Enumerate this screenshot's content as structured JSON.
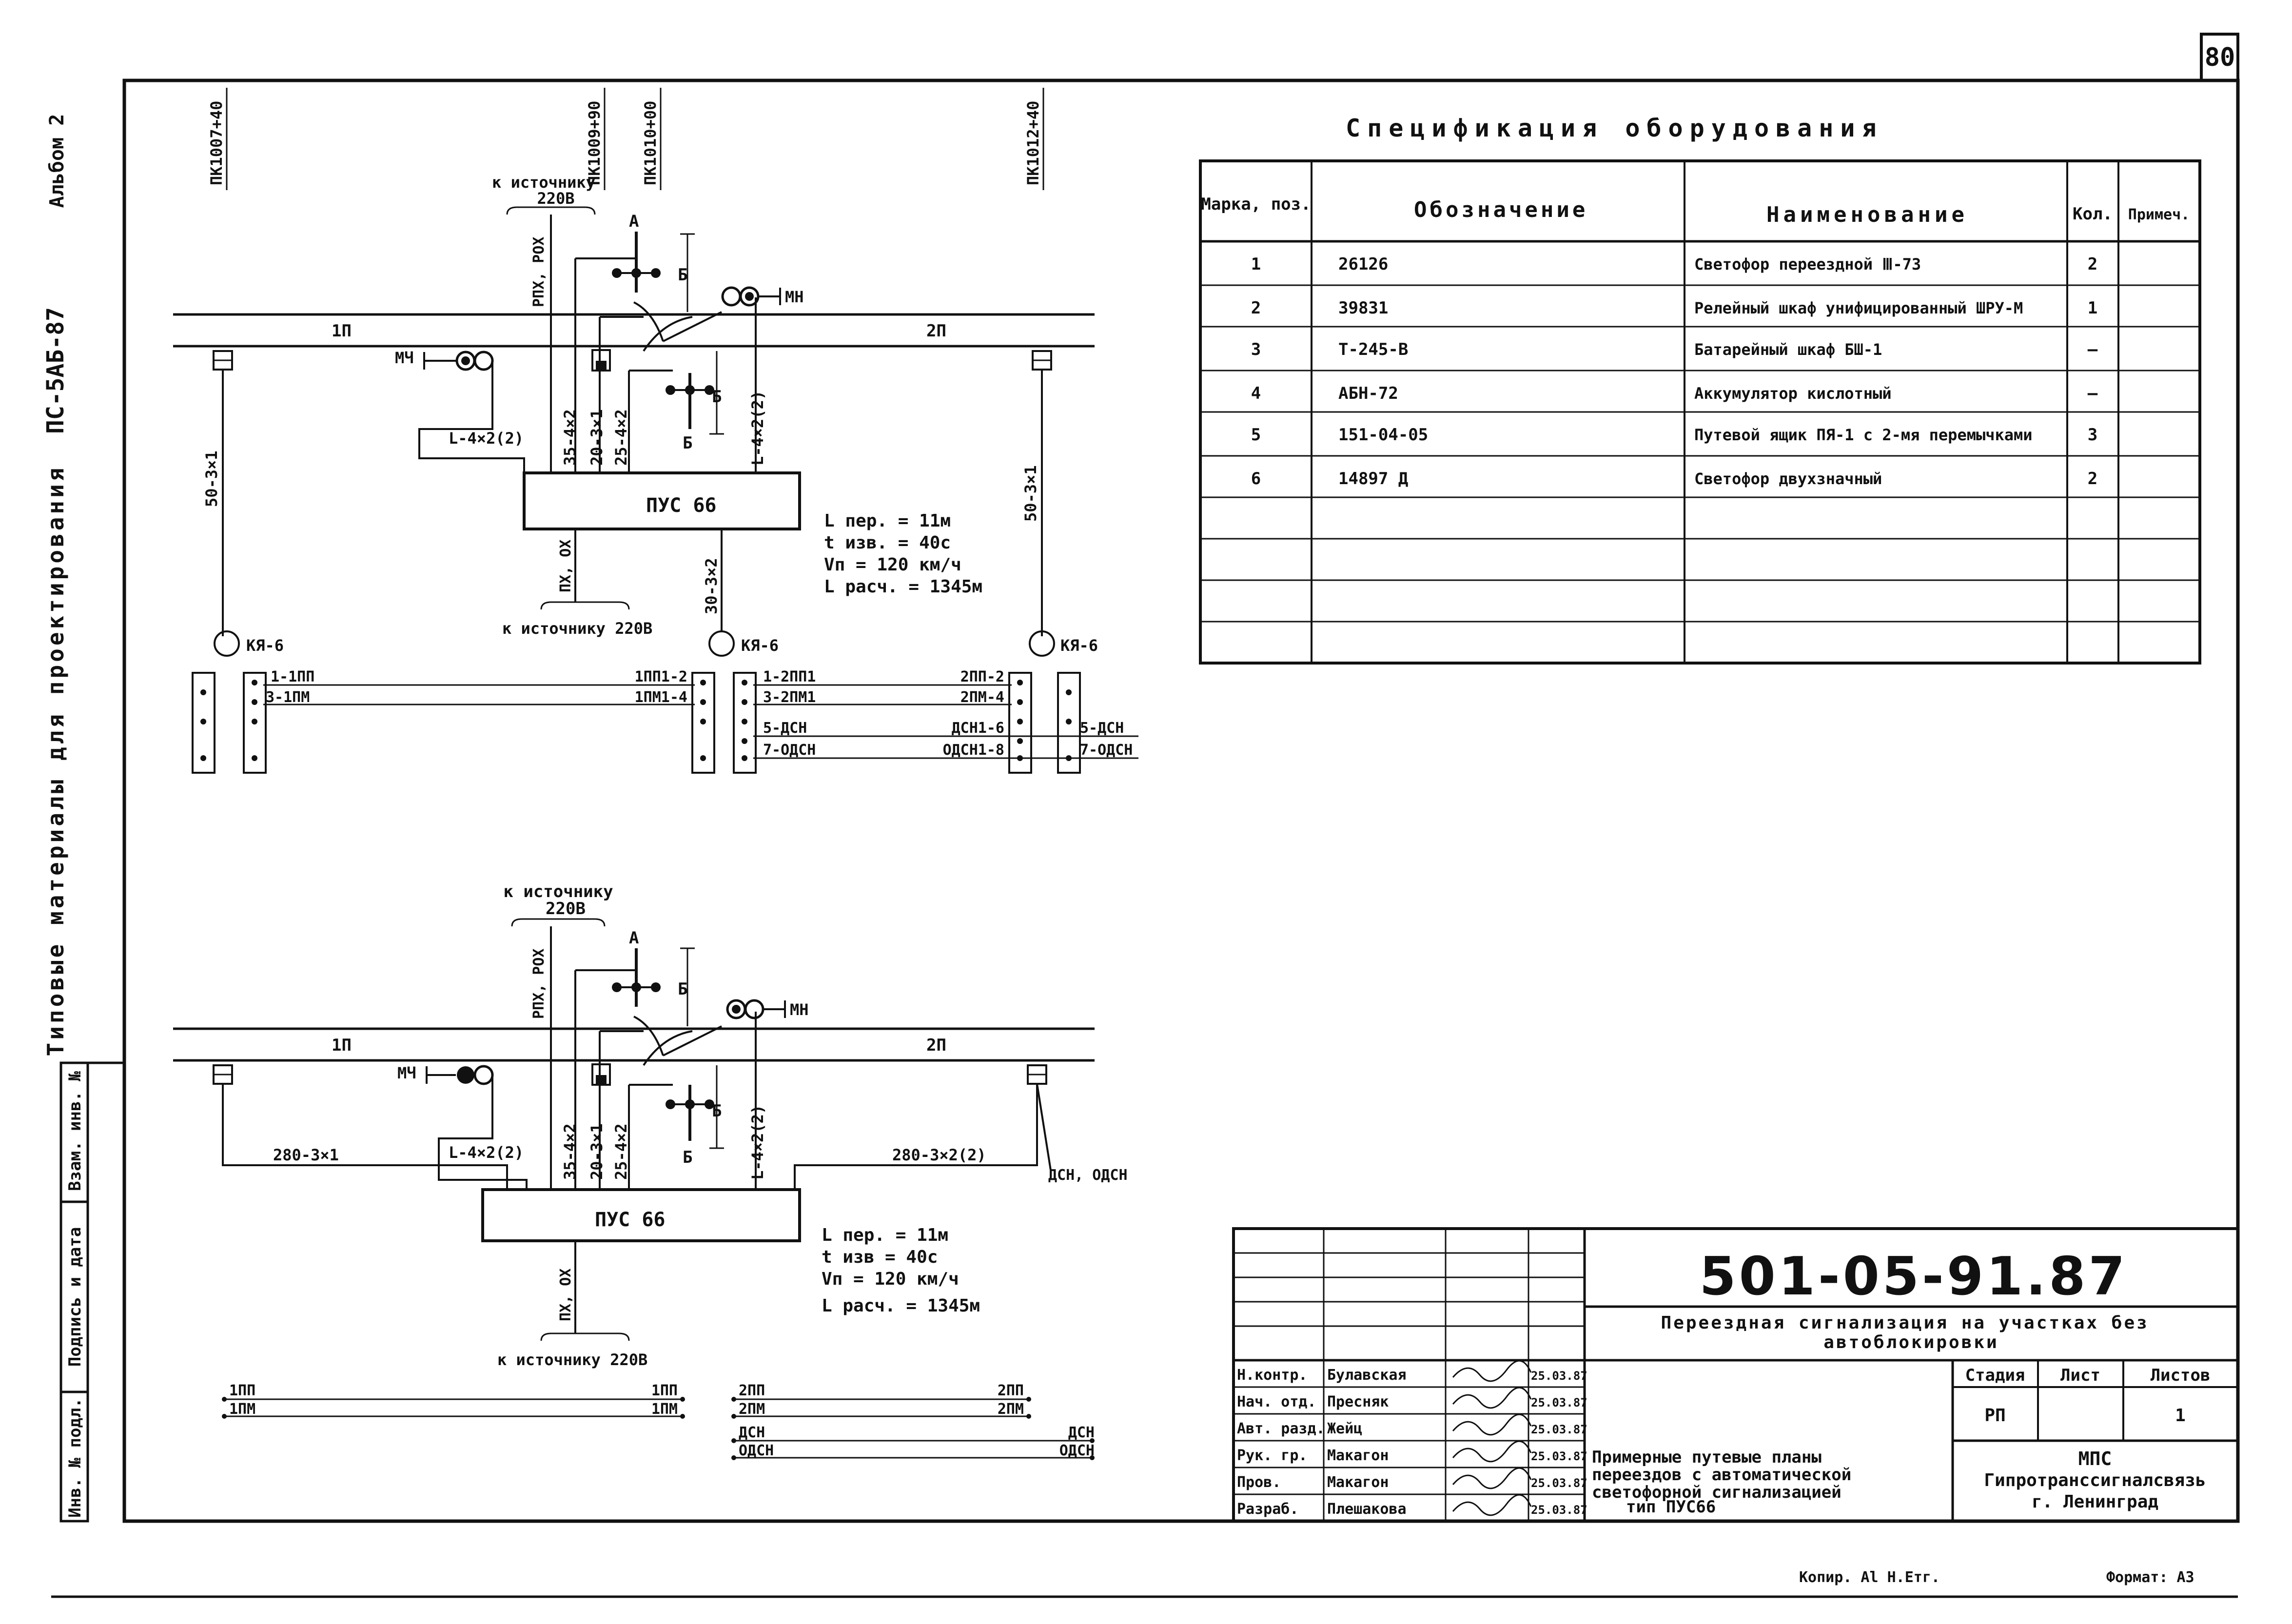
{
  "sheet": {
    "page_number": "80",
    "album": "Альбом 2",
    "series": "ПС-5АБ-87",
    "side_title": "Типовые материалы для проектирования",
    "copy_note": "Копир. Al Н.Етг.",
    "format": "Формат: А3",
    "side_stamp": [
      "Инв. № подл.",
      "Подпись и дата",
      "Взам. инв. №"
    ]
  },
  "spec": {
    "title": "Спецификация оборудования",
    "headers": {
      "mark": "Марка, поз.",
      "designation": "Обозначение",
      "name": "Наименование",
      "qty": "Кол.",
      "note": "Примеч."
    },
    "rows": [
      {
        "pos": "1",
        "designation": "26126",
        "name": "Светофор переездной Ⅲ-73",
        "qty": "2",
        "note": ""
      },
      {
        "pos": "2",
        "designation": "39831",
        "name": "Релейный шкаф унифицированный ШРУ-М",
        "qty": "1",
        "note": ""
      },
      {
        "pos": "3",
        "designation": "Т-245-В",
        "name": "Батарейный шкаф БШ-1",
        "qty": "–",
        "note": ""
      },
      {
        "pos": "4",
        "designation": "АБН-72",
        "name": "Аккумулятор кислотный",
        "qty": "–",
        "note": ""
      },
      {
        "pos": "5",
        "designation": "151-04-05",
        "name": "Путевой ящик ПЯ-1 с 2-мя перемычками",
        "qty": "3",
        "note": ""
      },
      {
        "pos": "6",
        "designation": "14897 Д",
        "name": "Светофор двухзначный",
        "qty": "2",
        "note": ""
      },
      {
        "pos": "",
        "designation": "",
        "name": "",
        "qty": "",
        "note": ""
      },
      {
        "pos": "",
        "designation": "",
        "name": "",
        "qty": "",
        "note": ""
      },
      {
        "pos": "",
        "designation": "",
        "name": "",
        "qty": "",
        "note": ""
      },
      {
        "pos": "",
        "designation": "",
        "name": "",
        "qty": "",
        "note": ""
      }
    ]
  },
  "diagram1": {
    "pickets": [
      "ПК1007+40",
      "ПК1009+90",
      "ПК1010+00",
      "ПК1012+40"
    ],
    "source_top": "к источнику",
    "source_top_v": "220В",
    "source_bottom": "к источнику 220В",
    "track_left": "1П",
    "track_right": "2П",
    "signal_left": "МЧ",
    "signal_right": "МН",
    "label_a": "А",
    "label_b": "Б",
    "cables": {
      "left_vertical": "50-3×1",
      "right_vertical": "50-3×1",
      "left_feed": "L-4×2(2)",
      "right_feed": "L-4×2(2)",
      "c35": "35-4×2",
      "c20": "20-3×1",
      "c25": "25-4×2",
      "c30": "30-3×2",
      "rpu": "РПХ, РОХ",
      "pu": "ПХ, ОХ"
    },
    "pus": "ПУС 66",
    "params": [
      "L пер. = 11м",
      "t изв. = 40с",
      "Vп = 120 км/ч",
      "L расч. = 1345м"
    ],
    "kya": [
      "КЯ-6",
      "КЯ-6",
      "КЯ-6"
    ],
    "terminals_left": [
      "1-1ПП",
      "3-1ПМ"
    ],
    "terminals_mid_left": [
      "1ПП1-2",
      "1ПМ1-4"
    ],
    "terminals_mid_right": [
      "1-2ПП1",
      "3-2ПМ1",
      "5-ДСН",
      "7-ОДСН"
    ],
    "terminals_right": [
      "2ПП-2",
      "2ПМ-4",
      "ДСН1-6",
      "ОДСН1-8"
    ],
    "terminals_far": [
      "5-ДСН",
      "7-ОДСН"
    ]
  },
  "diagram2": {
    "source_top": "к источнику",
    "source_top_v": "220В",
    "source_bottom": "к источнику 220В",
    "track_left": "1П",
    "track_right": "2П",
    "signal_left": "МЧ",
    "signal_right": "МН",
    "label_a": "А",
    "label_b": "Б",
    "cables": {
      "left_horizontal": "280-3×1",
      "right_horizontal": "280-3×2(2)",
      "left_feed": "L-4×2(2)",
      "right_feed": "L-4×2(2)",
      "c35": "35-4×2",
      "c20": "20-3×1",
      "c25": "25-4×2",
      "rpu": "РПХ, РОХ",
      "pu": "ПХ, ОХ",
      "dsn": "ДСН, ОДСН"
    },
    "pus": "ПУС 66",
    "params": [
      "L пер. = 11м",
      "t изв = 40с",
      "Vп = 120 км/ч",
      "L расч. = 1345м"
    ],
    "wires_left": [
      "1ПП",
      "1ПМ"
    ],
    "wires_right": [
      "2ПП",
      "2ПМ",
      "ДСН",
      "ОДСН"
    ]
  },
  "title_block": {
    "code": "501-05-91.87",
    "project": "Переездная сигнализация на участках без автоблокировки",
    "drawing": "Примерные путевые планы переездов с автоматической светофорной сигнализацией тип ПУС66",
    "stage_label": "Стадия",
    "sheet_label": "Лист",
    "sheets_label": "Листов",
    "stage": "РП",
    "sheet": "",
    "sheets": "1",
    "org": [
      "МПС",
      "Гипротранссигналсвязь",
      "г. Ленинград"
    ],
    "people": [
      {
        "role": "Н.контр.",
        "name": "Булавская",
        "date": "25.03.87"
      },
      {
        "role": "Нач. отд.",
        "name": "Пресняк",
        "date": "25.03.87"
      },
      {
        "role": "Авт. разд.",
        "name": "Жейц",
        "date": "25.03.87"
      },
      {
        "role": "Рук. гр.",
        "name": "Макагон",
        "date": "25.03.87"
      },
      {
        "role": "Пров.",
        "name": "Макагон",
        "date": "25.03.87"
      },
      {
        "role": "Разраб.",
        "name": "Плешакова",
        "date": "25.03.87"
      }
    ]
  }
}
